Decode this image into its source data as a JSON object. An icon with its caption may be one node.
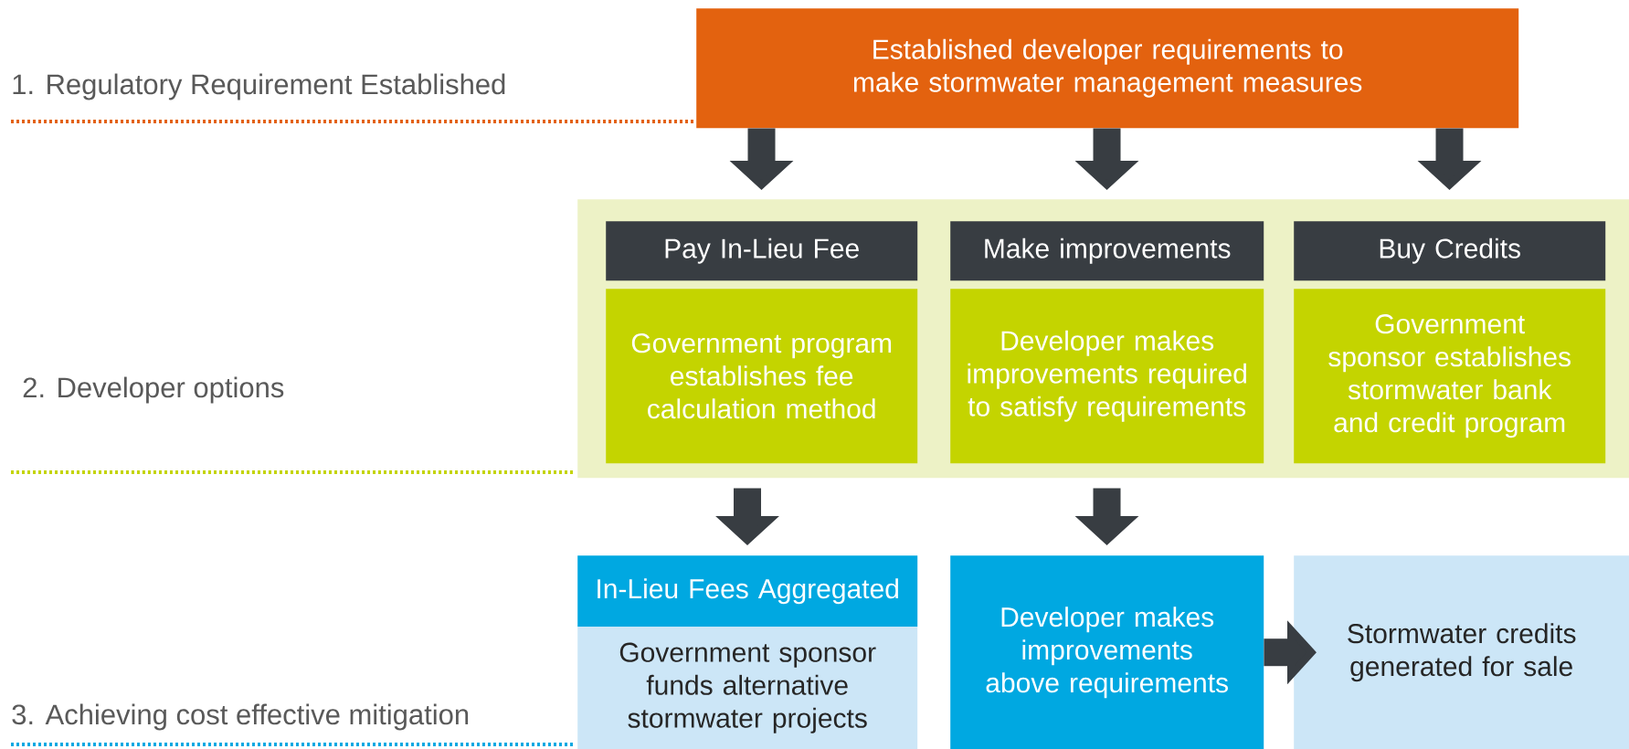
{
  "diagram": {
    "nodes": [
      {
        "text": [
          "Established developer requirements to make stormwater management measures"
        ]
      },
      {
        "text": [],
        "shape": "box"
      },
      {
        "text": [
          "Pay In-Lieu Fee"
        ],
        "in": 1
      },
      {
        "text": [
          "Government program establishes fee calculation method"
        ],
        "in": 1
      },
      {
        "text": [
          "Make improvements"
        ],
        "in": 1
      },
      {
        "text": [
          "Developer makes improvements required to satisfy requirements"
        ],
        "in": 1
      },
      {
        "text": [
          "Buy Credits"
        ],
        "in": 1
      },
      {
        "text": [
          "Government sponsor establishes stormwater bank and credit program"
        ],
        "in": 1
      },
      {
        "text": [
          "In-Lieu Fees Aggregated"
        ]
      },
      {
        "text": [
          "Government sponsor funds alternative stormwater projects"
        ]
      },
      {
        "text": [
          "Developer makes improvements above requirements"
        ]
      },
      {
        "text": [
          "Stormwater credits generated for sale"
        ]
      }
    ],
    "edges": [
      {
        "from": 0,
        "to": 2,
        "arrow": "to"
      },
      {
        "from": 0,
        "to": 4,
        "arrow": "to"
      },
      {
        "from": 0,
        "to": 6,
        "arrow": "to"
      },
      {
        "from": 3,
        "to": 8,
        "arrow": "to"
      },
      {
        "from": 5,
        "to": 10,
        "arrow": "to"
      },
      {
        "from": 10,
        "to": 11,
        "arrow": "to"
      }
    ],
    "labels": [
      "1. Regulatory Requirement Established",
      "2. Developer options",
      "3. Achieving cost effective mitigation"
    ]
  }
}
